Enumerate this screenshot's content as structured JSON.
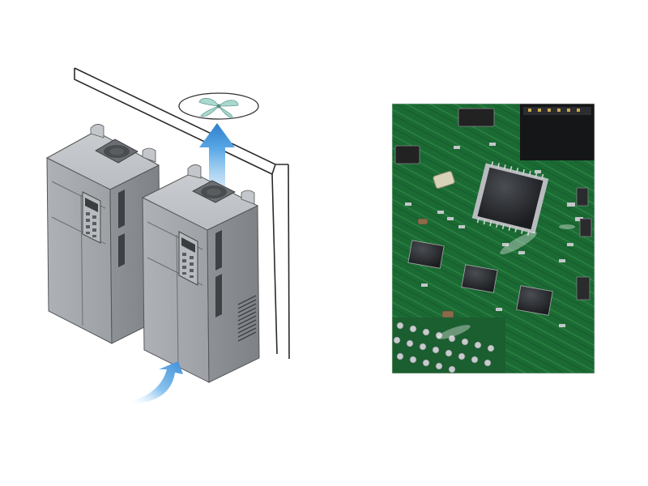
{
  "illustration": {
    "inverter_units": [
      {
        "name": "left-inverter",
        "keypad_buttons": 8
      },
      {
        "name": "right-inverter",
        "keypad_buttons": 8
      }
    ],
    "airflow": {
      "intake_arrow_color": "#5aa8e6",
      "exhaust_arrow_color": "#3f8fd8"
    },
    "exhaust_fan": {
      "blade_color": "#a9d8cf"
    }
  },
  "pcb_photo": {
    "board_color": "#1f7a3c",
    "components": [
      "qfp-chip",
      "crystal-oscillator",
      "soic-chip",
      "soic-chip",
      "soic-chip",
      "connector-header",
      "pin-row"
    ]
  }
}
